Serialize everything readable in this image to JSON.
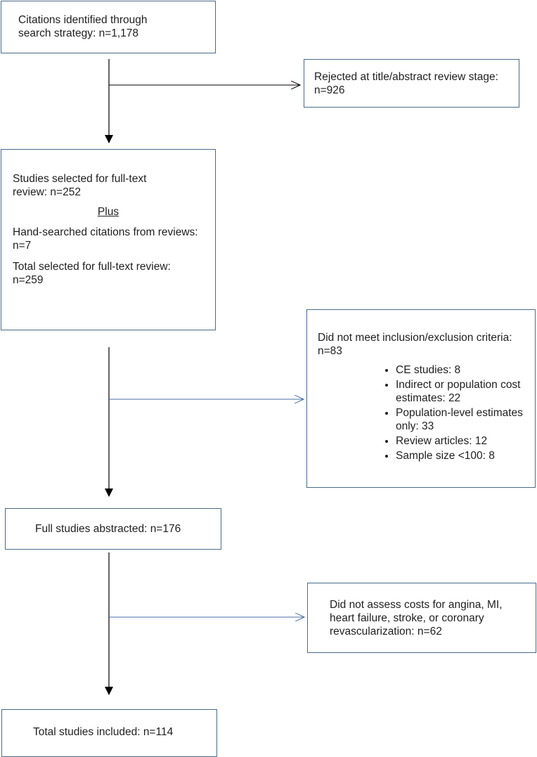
{
  "flowchart": {
    "identified": {
      "line1": "Citations identified through",
      "line2": "search strategy: n=1,178"
    },
    "rejected": {
      "line1": "Rejected at title/abstract review stage:",
      "line2": "n=926"
    },
    "full_text": {
      "selected_line1": "Studies selected for full-text",
      "selected_line2": "review: n=252",
      "plus": "Plus",
      "hand_line1": "Hand-searched citations from reviews:",
      "hand_line2": "n=7",
      "total_line1": "Total selected for full-text review:",
      "total_line2": "n=259"
    },
    "exclusion": {
      "line1": "Did not meet inclusion/exclusion criteria:",
      "line2": "n=83",
      "items": [
        "CE studies: 8",
        "Indirect or population cost estimates: 22",
        "Population-level estimates only: 33",
        "Review articles: 12",
        "Sample size <100: 8"
      ]
    },
    "abstracted": {
      "text": "Full studies abstracted: n=176"
    },
    "no_costs": {
      "line1": "Did not assess costs for angina, MI,",
      "line2": "heart failure, stroke, or coronary",
      "line3": "revascularization: n=62"
    },
    "included": {
      "text": "Total studies included: n=114"
    }
  },
  "colors": {
    "box_border": "#4a6a8a",
    "arrow_black": "#000000",
    "arrow_blue": "#4a6fa5"
  }
}
